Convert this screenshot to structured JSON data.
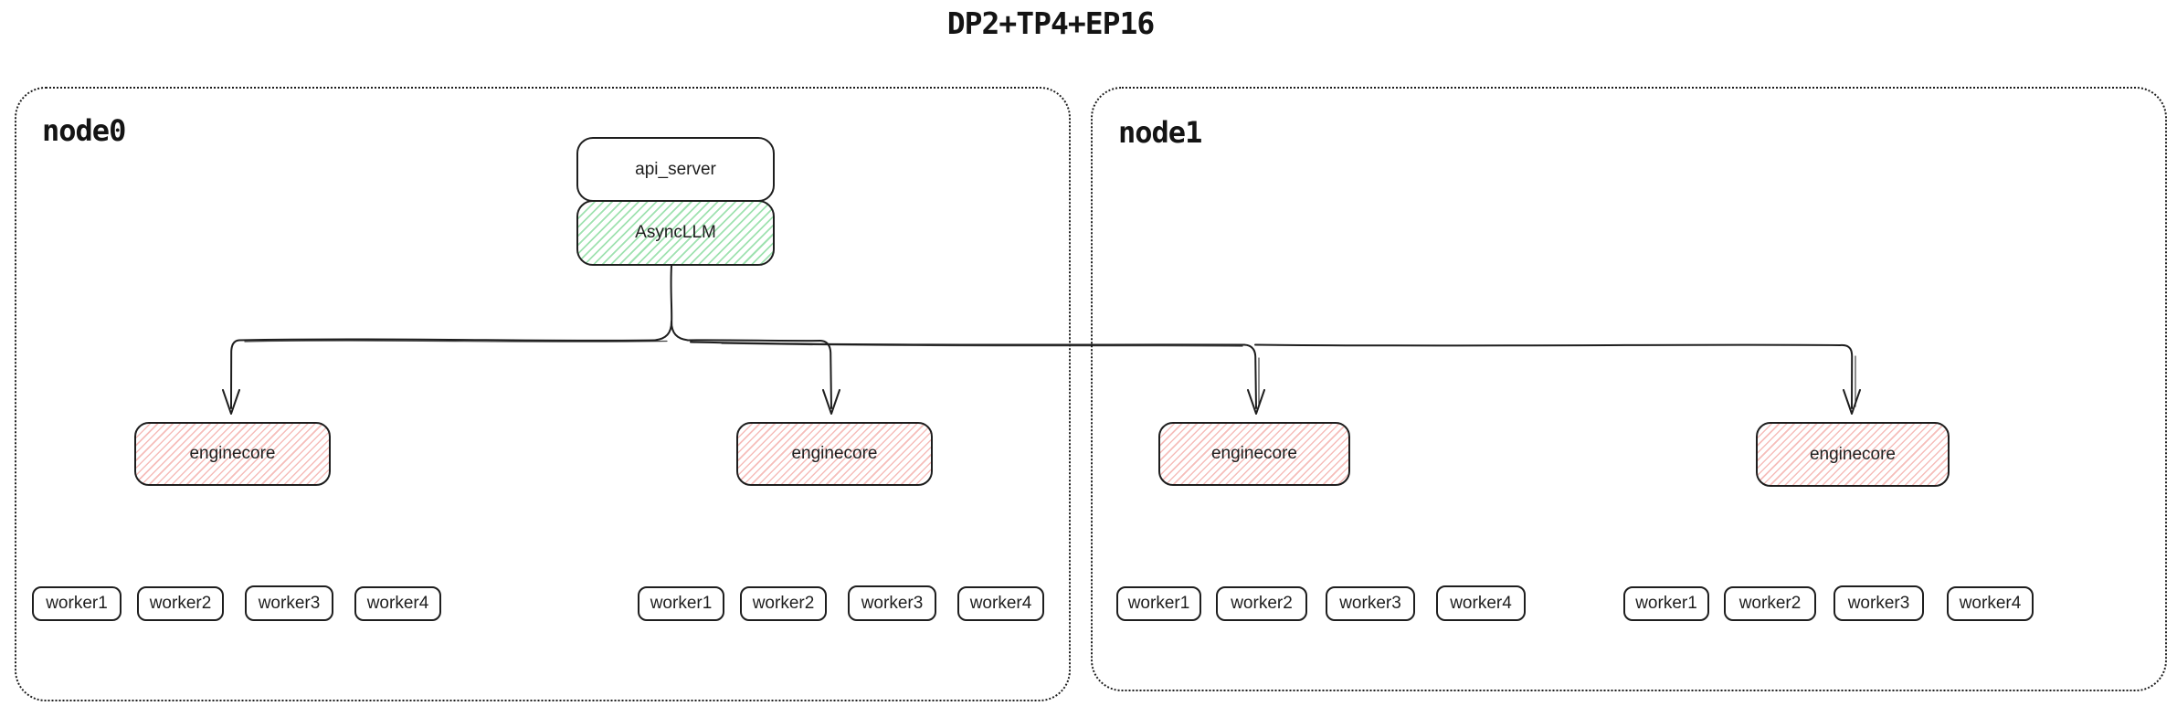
{
  "title": "DP2+TP4+EP16",
  "colors": {
    "stroke": "#1e1e1e",
    "green_hatch": "#9fe2b0",
    "red_hatch": "#f6bdba",
    "background": "#ffffff"
  },
  "nodes": [
    {
      "label": "node0",
      "api_server": "api_server",
      "async_llm": "AsyncLLM",
      "enginecores": [
        {
          "label": "enginecore",
          "workers": [
            "worker1",
            "worker2",
            "worker3",
            "worker4"
          ]
        },
        {
          "label": "enginecore",
          "workers": [
            "worker1",
            "worker2",
            "worker3",
            "worker4"
          ]
        }
      ]
    },
    {
      "label": "node1",
      "enginecores": [
        {
          "label": "enginecore",
          "workers": [
            "worker1",
            "worker2",
            "worker3",
            "worker4"
          ]
        },
        {
          "label": "enginecore",
          "workers": [
            "worker1",
            "worker2",
            "worker3",
            "worker4"
          ]
        }
      ]
    }
  ]
}
